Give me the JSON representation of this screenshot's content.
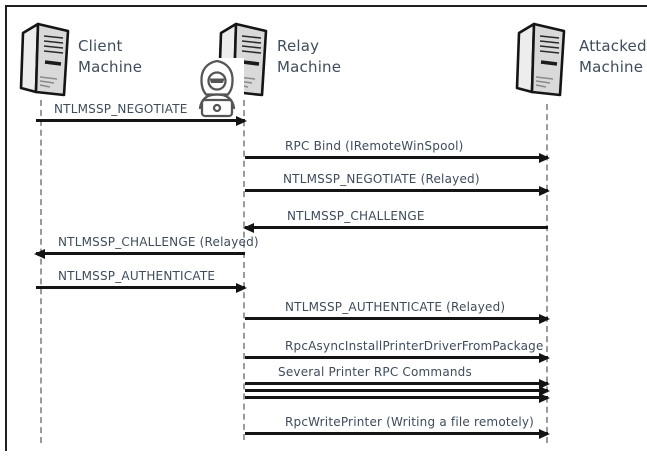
{
  "diagram": {
    "type": "sequence-diagram",
    "topic": "NTLM relay attack over printer RPC",
    "colors": {
      "text": "#3e4c5c",
      "arrow": "#141414",
      "lifeline": "#9b9b9b",
      "frame": "#1f1f1f",
      "background": "#ffffff"
    },
    "actors": [
      {
        "id": "client",
        "label": "Client\nMachine",
        "icon": "server-tower-icon"
      },
      {
        "id": "relay",
        "label": "Relay\nMachine",
        "icon": "server-tower-icon",
        "overlay_icon": "hacker-icon"
      },
      {
        "id": "attacked",
        "label": "Attacked\nMachine",
        "icon": "server-tower-icon"
      }
    ],
    "messages": [
      {
        "label": "NTLMSSP_NEGOTIATE",
        "from": "client",
        "to": "relay",
        "direction": "right",
        "arrow_count": 1
      },
      {
        "label": "RPC Bind (IRemoteWinSpool)",
        "from": "relay",
        "to": "attacked",
        "direction": "right",
        "arrow_count": 1
      },
      {
        "label": "NTLMSSP_NEGOTIATE (Relayed)",
        "from": "relay",
        "to": "attacked",
        "direction": "right",
        "arrow_count": 1
      },
      {
        "label": "NTLMSSP_CHALLENGE",
        "from": "attacked",
        "to": "relay",
        "direction": "left",
        "arrow_count": 1
      },
      {
        "label": "NTLMSSP_CHALLENGE (Relayed)",
        "from": "relay",
        "to": "client",
        "direction": "left",
        "arrow_count": 1
      },
      {
        "label": "NTLMSSP_AUTHENTICATE",
        "from": "client",
        "to": "relay",
        "direction": "right",
        "arrow_count": 1
      },
      {
        "label": "NTLMSSP_AUTHENTICATE (Relayed)",
        "from": "relay",
        "to": "attacked",
        "direction": "right",
        "arrow_count": 1
      },
      {
        "label": "RpcAsyncInstallPrinterDriverFromPackage",
        "from": "relay",
        "to": "attacked",
        "direction": "right",
        "arrow_count": 1
      },
      {
        "label": "Several Printer RPC Commands",
        "from": "relay",
        "to": "attacked",
        "direction": "right",
        "arrow_count": 3
      },
      {
        "label": "RpcWritePrinter (Writing a file remotely)",
        "from": "relay",
        "to": "attacked",
        "direction": "right",
        "arrow_count": 1
      }
    ]
  }
}
